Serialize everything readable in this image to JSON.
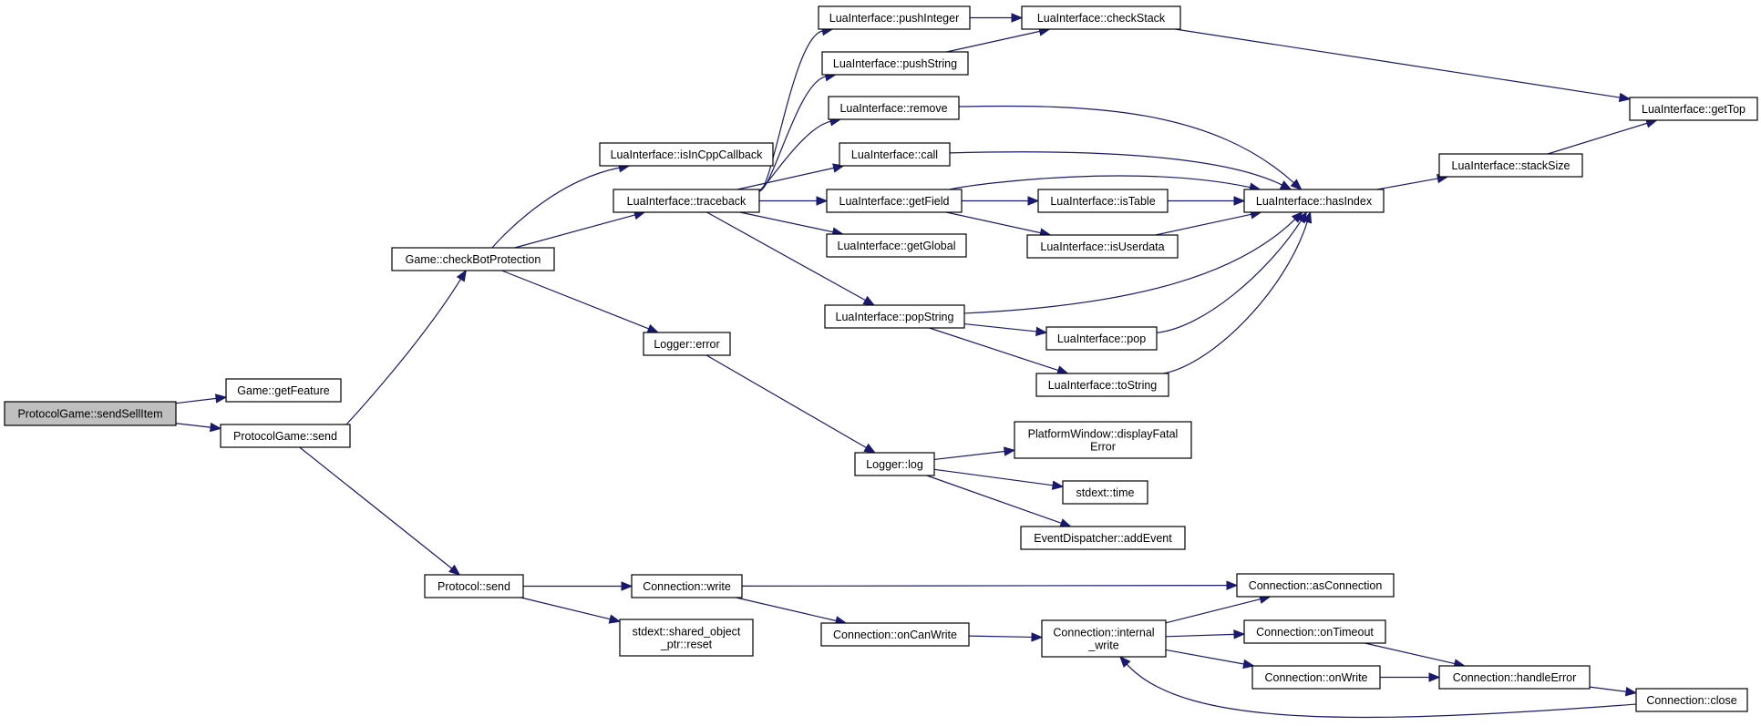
{
  "title": "",
  "nodes": [
    {
      "id": "sendSellItem",
      "label": "ProtocolGame::sendSellItem",
      "root": true
    },
    {
      "id": "getFeature",
      "label": "Game::getFeature"
    },
    {
      "id": "pgSend",
      "label": "ProtocolGame::send"
    },
    {
      "id": "checkBot",
      "label": "Game::checkBotProtection"
    },
    {
      "id": "protoSend",
      "label": "Protocol::send"
    },
    {
      "id": "isInCpp",
      "label": "LuaInterface::isInCppCallback"
    },
    {
      "id": "traceback",
      "label": "LuaInterface::traceback"
    },
    {
      "id": "loggerError",
      "label": "Logger::error"
    },
    {
      "id": "loggerLog",
      "label": "Logger::log"
    },
    {
      "id": "pushInteger",
      "label": "LuaInterface::pushInteger"
    },
    {
      "id": "pushString",
      "label": "LuaInterface::pushString"
    },
    {
      "id": "remove",
      "label": "LuaInterface::remove"
    },
    {
      "id": "call",
      "label": "LuaInterface::call"
    },
    {
      "id": "getField",
      "label": "LuaInterface::getField"
    },
    {
      "id": "getGlobal",
      "label": "LuaInterface::getGlobal"
    },
    {
      "id": "popString",
      "label": "LuaInterface::popString"
    },
    {
      "id": "checkStack",
      "label": "LuaInterface::checkStack"
    },
    {
      "id": "isTable",
      "label": "LuaInterface::isTable"
    },
    {
      "id": "isUserdata",
      "label": "LuaInterface::isUserdata"
    },
    {
      "id": "pop",
      "label": "LuaInterface::pop"
    },
    {
      "id": "toString",
      "label": "LuaInterface::toString"
    },
    {
      "id": "hasIndex",
      "label": "LuaInterface::hasIndex"
    },
    {
      "id": "stackSize",
      "label": "LuaInterface::stackSize"
    },
    {
      "id": "getTop",
      "label": "LuaInterface::getTop"
    },
    {
      "id": "displayFatal",
      "label": "PlatformWindow::displayFatal\nError"
    },
    {
      "id": "stdextTime",
      "label": "stdext::time"
    },
    {
      "id": "addEvent",
      "label": "EventDispatcher::addEvent"
    },
    {
      "id": "connWrite",
      "label": "Connection::write"
    },
    {
      "id": "sharedReset",
      "label": "stdext::shared_object\n_ptr::reset"
    },
    {
      "id": "onCanWrite",
      "label": "Connection::onCanWrite"
    },
    {
      "id": "internalWrite",
      "label": "Connection::internal\n_write"
    },
    {
      "id": "asConnection",
      "label": "Connection::asConnection"
    },
    {
      "id": "onTimeout",
      "label": "Connection::onTimeout"
    },
    {
      "id": "onWrite",
      "label": "Connection::onWrite"
    },
    {
      "id": "handleError",
      "label": "Connection::handleError"
    },
    {
      "id": "connClose",
      "label": "Connection::close"
    }
  ],
  "edges": [
    {
      "from": "sendSellItem",
      "to": "getFeature"
    },
    {
      "from": "sendSellItem",
      "to": "pgSend"
    },
    {
      "from": "pgSend",
      "to": "checkBot"
    },
    {
      "from": "pgSend",
      "to": "protoSend"
    },
    {
      "from": "checkBot",
      "to": "isInCpp"
    },
    {
      "from": "checkBot",
      "to": "traceback"
    },
    {
      "from": "checkBot",
      "to": "loggerError"
    },
    {
      "from": "traceback",
      "to": "pushInteger"
    },
    {
      "from": "traceback",
      "to": "pushString"
    },
    {
      "from": "traceback",
      "to": "remove"
    },
    {
      "from": "traceback",
      "to": "call"
    },
    {
      "from": "traceback",
      "to": "getField"
    },
    {
      "from": "traceback",
      "to": "getGlobal"
    },
    {
      "from": "traceback",
      "to": "popString"
    },
    {
      "from": "pushInteger",
      "to": "checkStack"
    },
    {
      "from": "pushString",
      "to": "checkStack"
    },
    {
      "from": "checkStack",
      "to": "getTop"
    },
    {
      "from": "remove",
      "to": "hasIndex"
    },
    {
      "from": "call",
      "to": "hasIndex"
    },
    {
      "from": "getField",
      "to": "hasIndex"
    },
    {
      "from": "getField",
      "to": "isTable"
    },
    {
      "from": "getField",
      "to": "isUserdata"
    },
    {
      "from": "isTable",
      "to": "hasIndex"
    },
    {
      "from": "isUserdata",
      "to": "hasIndex"
    },
    {
      "from": "popString",
      "to": "hasIndex"
    },
    {
      "from": "popString",
      "to": "pop"
    },
    {
      "from": "popString",
      "to": "toString"
    },
    {
      "from": "pop",
      "to": "hasIndex"
    },
    {
      "from": "toString",
      "to": "hasIndex"
    },
    {
      "from": "hasIndex",
      "to": "stackSize"
    },
    {
      "from": "stackSize",
      "to": "getTop"
    },
    {
      "from": "loggerError",
      "to": "loggerLog"
    },
    {
      "from": "loggerLog",
      "to": "displayFatal"
    },
    {
      "from": "loggerLog",
      "to": "stdextTime"
    },
    {
      "from": "loggerLog",
      "to": "addEvent"
    },
    {
      "from": "protoSend",
      "to": "connWrite"
    },
    {
      "from": "protoSend",
      "to": "sharedReset"
    },
    {
      "from": "connWrite",
      "to": "asConnection"
    },
    {
      "from": "connWrite",
      "to": "onCanWrite"
    },
    {
      "from": "onCanWrite",
      "to": "internalWrite"
    },
    {
      "from": "internalWrite",
      "to": "asConnection"
    },
    {
      "from": "internalWrite",
      "to": "onTimeout"
    },
    {
      "from": "internalWrite",
      "to": "onWrite"
    },
    {
      "from": "onTimeout",
      "to": "handleError"
    },
    {
      "from": "onWrite",
      "to": "handleError"
    },
    {
      "from": "handleError",
      "to": "connClose"
    },
    {
      "from": "connClose",
      "to": "internalWrite"
    }
  ]
}
